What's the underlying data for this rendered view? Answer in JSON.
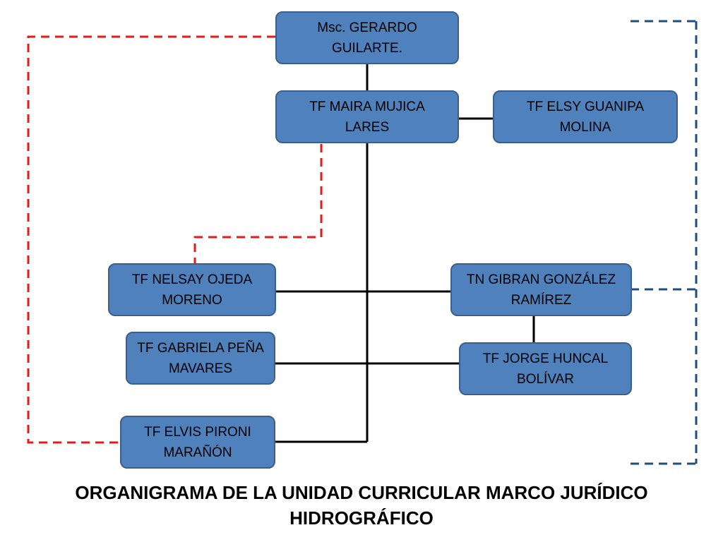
{
  "diagram": {
    "nodes": {
      "root": {
        "label": "Msc. GERARDO GUILARTE."
      },
      "maira": {
        "label": "TF MAIRA MUJICA LARES"
      },
      "elsy": {
        "label": "TF ELSY GUANIPA MOLINA"
      },
      "nelsay": {
        "label": "TF NELSAY OJEDA MORENO"
      },
      "gibran": {
        "label": "TN GIBRAN GONZÁLEZ RAMÍREZ"
      },
      "gabriela": {
        "label": "TF GABRIELA PEÑA MAVARES"
      },
      "jorge": {
        "label": "TF JORGE HUNCAL BOLÍVAR"
      },
      "elvis": {
        "label": "TF ELVIS PIRONI MARAÑÓN"
      }
    },
    "caption": "ORGANIGRAMA DE LA UNIDAD CURRICULAR MARCO JURÍDICO HIDROGRÁFICO",
    "colors": {
      "node_fill": "#4f81bd",
      "node_border": "#3a5f8b",
      "solid_line": "#000000",
      "red_dashed": "#e31b1b",
      "blue_dashed": "#1f4e79"
    }
  }
}
